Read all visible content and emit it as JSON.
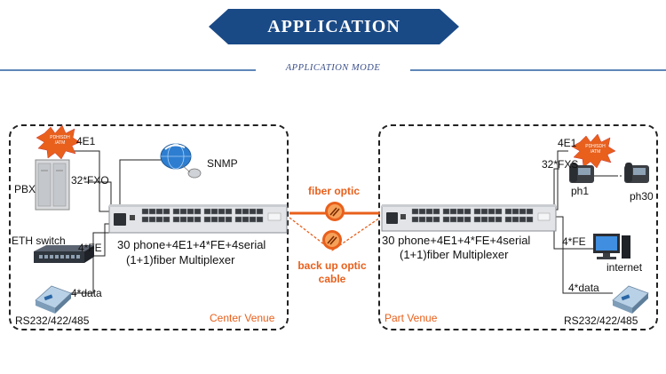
{
  "header": {
    "title": "APPLICATION",
    "subtitle": "APPLICATION MODE"
  },
  "center_venue": {
    "name": "Center Venue",
    "mux_caption_line1": "30 phone+4E1+4*FE+4serial",
    "mux_caption_line2": "(1+1)fiber Multiplexer",
    "labels": {
      "e1": "4E1",
      "pdh_burst": "PDH/SDH\n/ATM",
      "fxo": "32*FXO",
      "pbx": "PBX",
      "snmp": "SNMP",
      "eth_switch": "ETH switch",
      "fe": "4*FE",
      "data": "4*data",
      "serial": "RS232/422/485"
    }
  },
  "part_venue": {
    "name": "Part Venue",
    "mux_caption_line1": "30 phone+4E1+4*FE+4serial",
    "mux_caption_line2": "(1+1)fiber Multiplexer",
    "labels": {
      "e1": "4E1",
      "pdh_burst": "PDH/SDH\n/ATM",
      "fxs": "32*FXS",
      "ph1": "ph1",
      "ph30": "ph30",
      "fe": "4*FE",
      "internet": "internet",
      "data": "4*data",
      "serial": "RS232/422/485"
    }
  },
  "link": {
    "fiber_label": "fiber optic",
    "backup_line1": "back up optic",
    "backup_line2": "cable"
  },
  "colors": {
    "banner": "#1a4a86",
    "accent": "#e8601c",
    "rule": "#2a5fa0",
    "burst": "#e8601c"
  }
}
